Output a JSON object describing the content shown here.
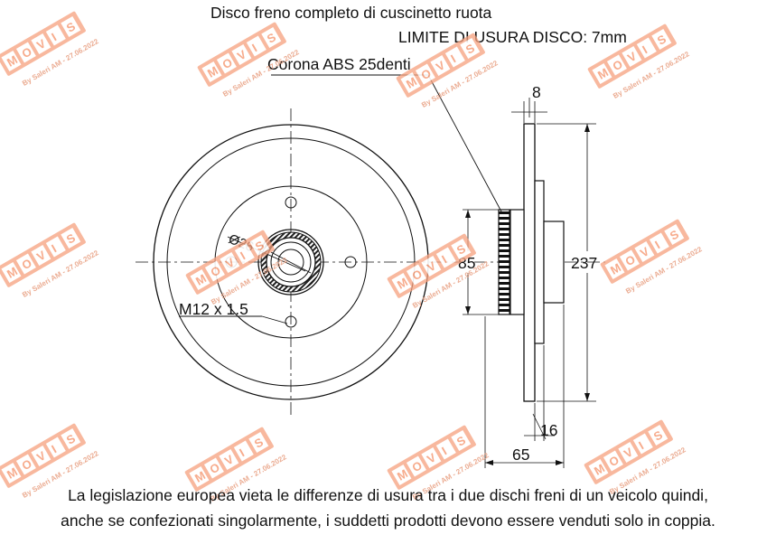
{
  "diagram": {
    "title": "Disco freno completo di cuscinetto ruota",
    "wear_limit": "LIMITE DI USURA DISCO: 7mm",
    "abs_ring": "Corona ABS 25denti",
    "center_bore": "Ø26",
    "thread": "M12 x 1.5",
    "dim_thickness": "8",
    "dim_hub_diameter": "85",
    "dim_disc_diameter": "237",
    "dim_flange": "16",
    "dim_height": "65"
  },
  "footer": {
    "line1": "La legislazione europea vieta le differenze di usura tra i due dischi freni di un veicolo quindi,",
    "line2": "anche se confezionati singolarmente, i suddetti prodotti devono essere venduti solo in coppia."
  },
  "watermark": {
    "letters": [
      "M",
      "O",
      "V",
      "I",
      "S"
    ],
    "text": "By Saleri AM - 27.06.2022"
  }
}
